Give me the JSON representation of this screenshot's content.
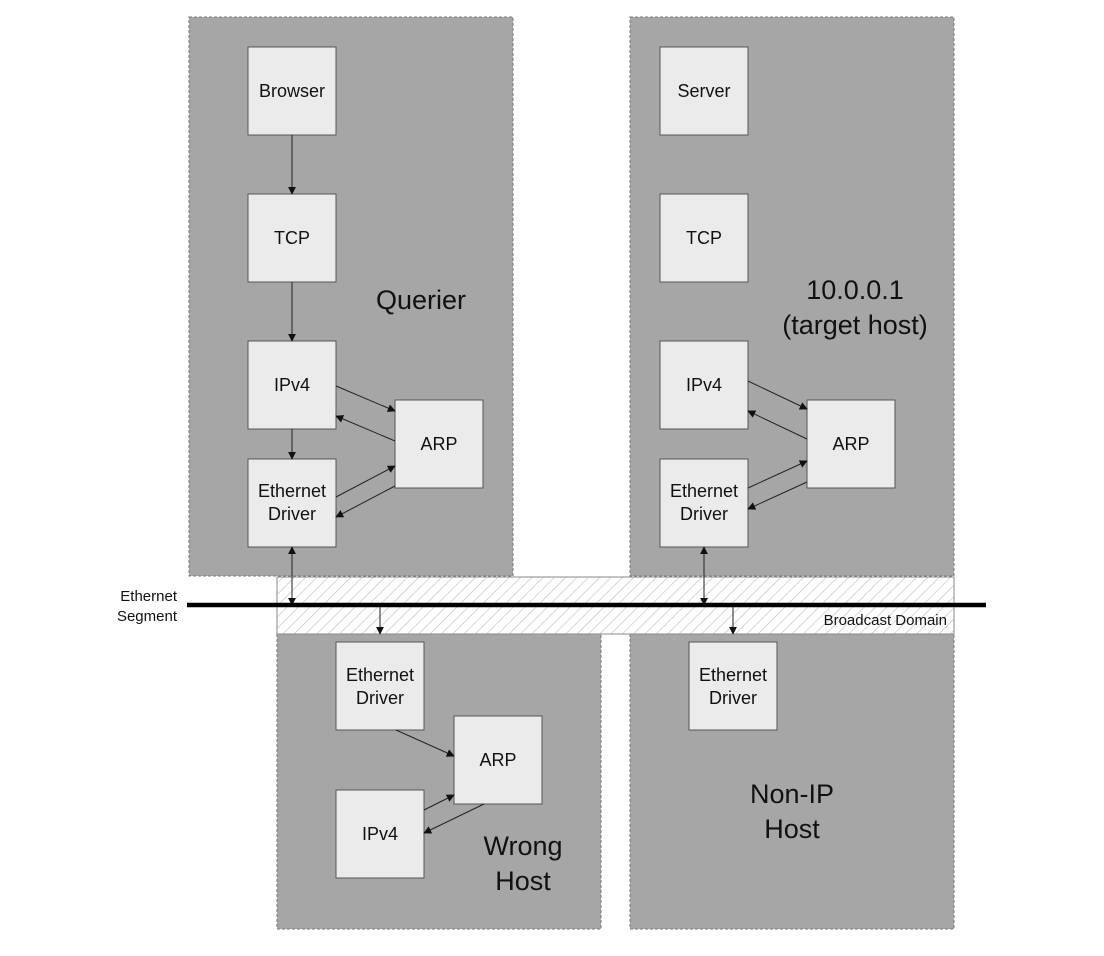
{
  "hosts": {
    "querier": {
      "label": "Querier"
    },
    "target": {
      "label_line1": "10.0.0.1",
      "label_line2": "(target host)"
    },
    "wrong": {
      "label_line1": "Wrong",
      "label_line2": "Host"
    },
    "nonip": {
      "label_line1": "Non-IP",
      "label_line2": "Host"
    }
  },
  "boxes": {
    "browser": "Browser",
    "server": "Server",
    "tcp": "TCP",
    "ipv4": "IPv4",
    "arp": "ARP",
    "ethernet_driver_line1": "Ethernet",
    "ethernet_driver_line2": "Driver"
  },
  "network": {
    "segment_line1": "Ethernet",
    "segment_line2": "Segment",
    "broadcast_domain": "Broadcast Domain"
  }
}
